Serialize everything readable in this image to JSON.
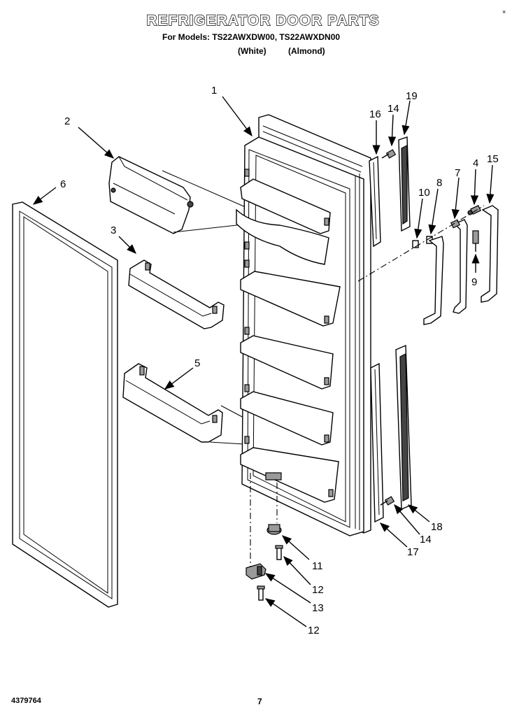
{
  "header": {
    "title": "REFRIGERATOR DOOR PARTS",
    "models": "For Models: TS22AWXDW00, TS22AWXDN00",
    "variant_white": "(White)",
    "variant_almond": "(Almond)"
  },
  "corner_mark": "×",
  "footer": {
    "doc_number": "4379764",
    "page_number": "7"
  },
  "callouts": {
    "c1": "1",
    "c2": "2",
    "c3": "3",
    "c4": "4",
    "c5": "5",
    "c6": "6",
    "c7": "7",
    "c8": "8",
    "c9": "9",
    "c10": "10",
    "c11": "11",
    "c12a": "12",
    "c12b": "12",
    "c13": "13",
    "c14a": "14",
    "c14b": "14",
    "c15": "15",
    "c16": "16",
    "c17": "17",
    "c18": "18",
    "c19": "19"
  }
}
